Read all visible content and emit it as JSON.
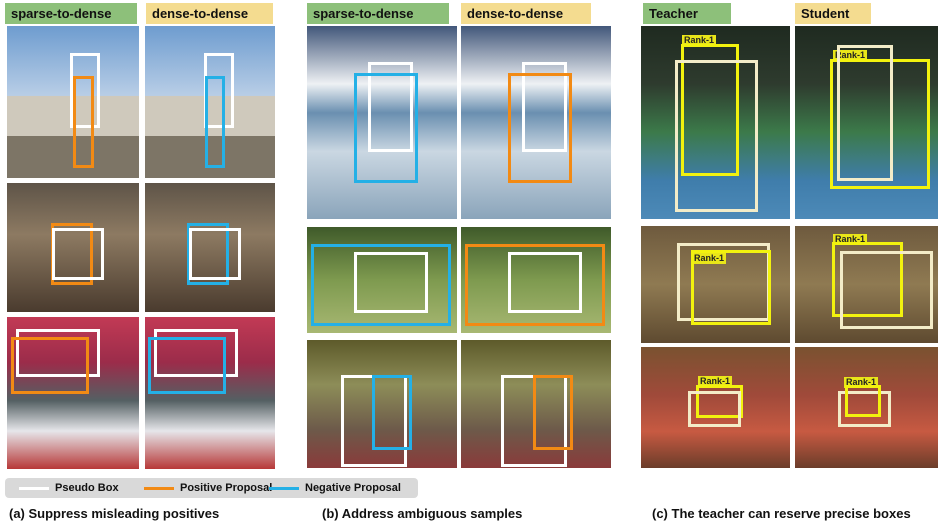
{
  "panel_a": {
    "header_left": "sparse-to-dense",
    "header_right": "dense-to-dense",
    "caption": "(a) Suppress misleading positives"
  },
  "panel_b": {
    "header_left": "sparse-to-dense",
    "header_right": "dense-to-dense",
    "caption": "(b) Address ambiguous samples"
  },
  "panel_c": {
    "header_left": "Teacher",
    "header_right": "Student",
    "caption": "(c) The teacher can reserve precise boxes",
    "rank_label": "Rank-1"
  },
  "legend": {
    "pseudo_box": "Pseudo Box",
    "positive_proposal": "Positive Proposal",
    "negative_proposal": "Negative Proposal"
  },
  "colors": {
    "pseudo_box": "#ffffff",
    "positive_proposal": "#f28a14",
    "negative_proposal": "#24b0e6",
    "rank_box": "#f2f20e",
    "header_green": "#8dc07a",
    "header_yellow": "#f4dc90"
  }
}
